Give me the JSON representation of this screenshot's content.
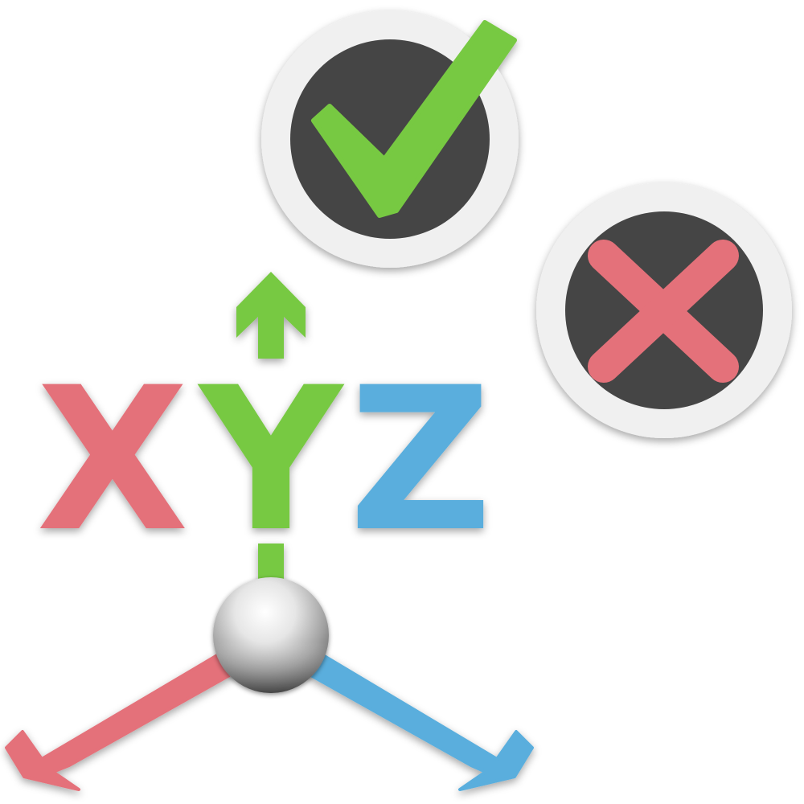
{
  "letters": {
    "x": "X",
    "y": "Y",
    "z": "Z"
  },
  "icons": {
    "confirm": "check-icon",
    "cancel": "close-icon",
    "gizmo": "xyz-axis-gizmo-icon",
    "origin": "origin-sphere-icon"
  },
  "colors": {
    "x_axis": "#e4717a",
    "y_axis": "#77c942",
    "z_axis": "#5aaedd",
    "button_face": "#454545",
    "button_ring": "#f0f0f0",
    "background": "#ffffff"
  }
}
